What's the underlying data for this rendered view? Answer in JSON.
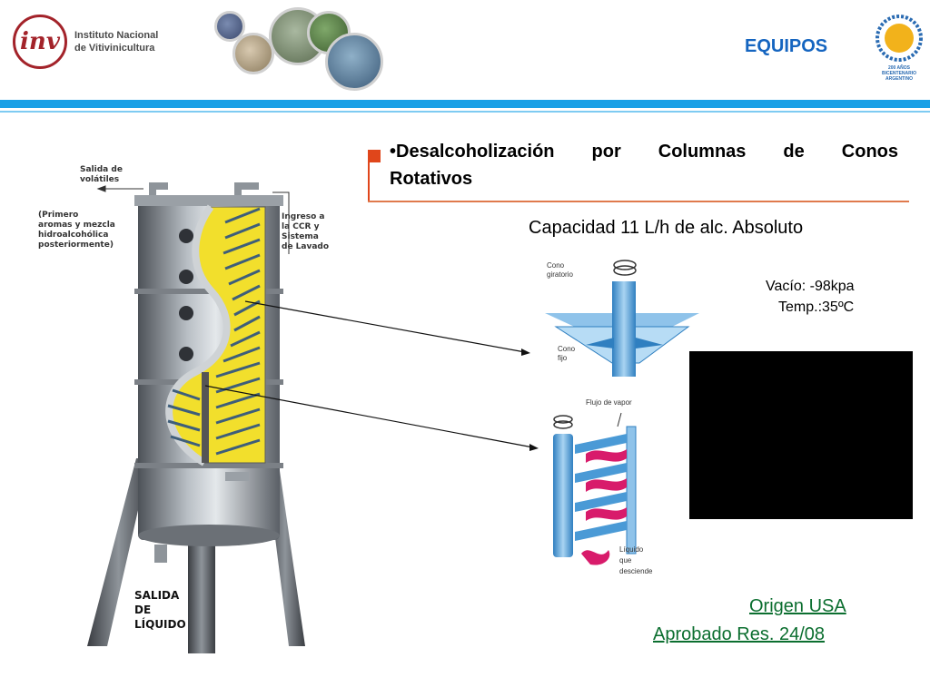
{
  "header": {
    "logo_mark": "inv",
    "institute_line1": "Instituto Nacional",
    "institute_line2": "de Vitivinicultura",
    "page_title": "EQUIPOS",
    "bicentenario_line1": "200 AÑOS",
    "bicentenario_line2": "BICENTENARIO",
    "bicentenario_line3": "ARGENTINO"
  },
  "content": {
    "bullet": "•",
    "title": "Desalcoholización por Columnas de Conos Rotativos",
    "capacity": "Capacidad 11 L/h de alc. Absoluto",
    "vacuum": "Vacío: -98kpa",
    "temperature": "Temp.:35ºC",
    "origin": "Origen USA",
    "approved": "Aprobado Res. 24/08"
  },
  "column_diagram": {
    "volatiles_exit": [
      "Salida de",
      "volátiles"
    ],
    "first_aromas": [
      "(Primero",
      "aromas y mezcla",
      "hidroalcohólica",
      "posteriormente)"
    ],
    "ccr_inlet": [
      "Ingreso a",
      "la CCR y",
      "Sistema",
      "de Lavado"
    ],
    "liquid_exit": [
      "SALIDA",
      "DE",
      "LÍQUIDO"
    ]
  },
  "cone_diagram": {
    "rotating_cone": [
      "Cono",
      "giratorio"
    ],
    "fixed_cone": [
      "Cono",
      "fijo"
    ],
    "vapor_flow": "Flujo de vapor",
    "descending_liquid": [
      "Líquido",
      "que",
      "desciende"
    ]
  },
  "colors": {
    "accent_blue": "#1aa0e6",
    "title_blue": "#1565c0",
    "accent_orange": "#e0461b",
    "link_green": "#0b6e2f",
    "logo_red": "#a3232a"
  }
}
